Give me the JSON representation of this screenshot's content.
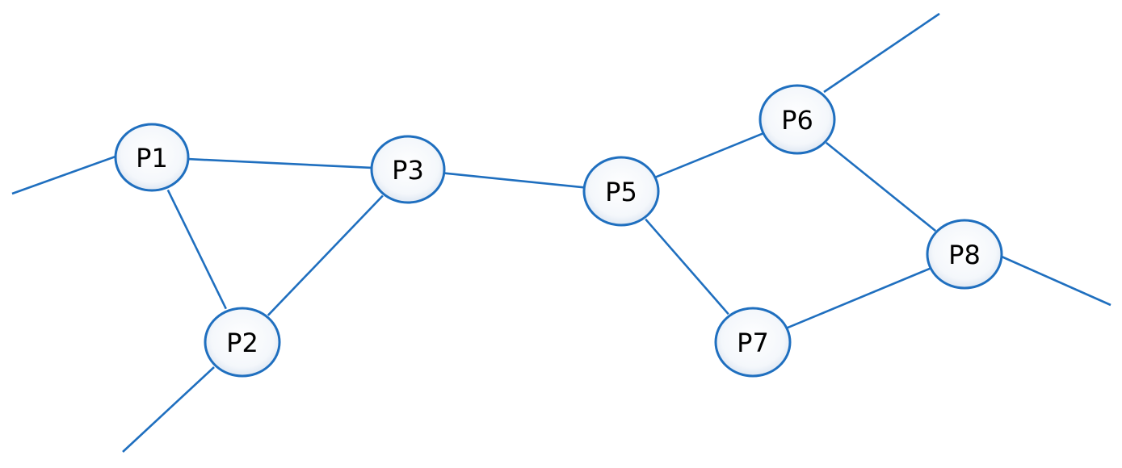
{
  "nodes": [
    {
      "id": "P1",
      "label": "P1"
    },
    {
      "id": "P2",
      "label": "P2"
    },
    {
      "id": "P3",
      "label": "P3"
    },
    {
      "id": "P5",
      "label": "P5"
    },
    {
      "id": "P6",
      "label": "P6"
    },
    {
      "id": "P7",
      "label": "P7"
    },
    {
      "id": "P8",
      "label": "P8"
    }
  ],
  "edges": [
    {
      "from": "P1",
      "to": "P3"
    },
    {
      "from": "P1",
      "to": "P2"
    },
    {
      "from": "P2",
      "to": "P3"
    },
    {
      "from": "P3",
      "to": "P5"
    },
    {
      "from": "P5",
      "to": "P6"
    },
    {
      "from": "P5",
      "to": "P7"
    },
    {
      "from": "P6",
      "to": "P8"
    },
    {
      "from": "P7",
      "to": "P8"
    }
  ],
  "external_links": [
    {
      "node": "P1",
      "direction": "left"
    },
    {
      "node": "P2",
      "direction": "down-left"
    },
    {
      "node": "P6",
      "direction": "up-right"
    },
    {
      "node": "P8",
      "direction": "right"
    }
  ],
  "colors": {
    "line": "#1f6fbf",
    "node_fill_center": "#ffffff",
    "node_fill_edge": "#dce6f2",
    "label": "#000000"
  }
}
